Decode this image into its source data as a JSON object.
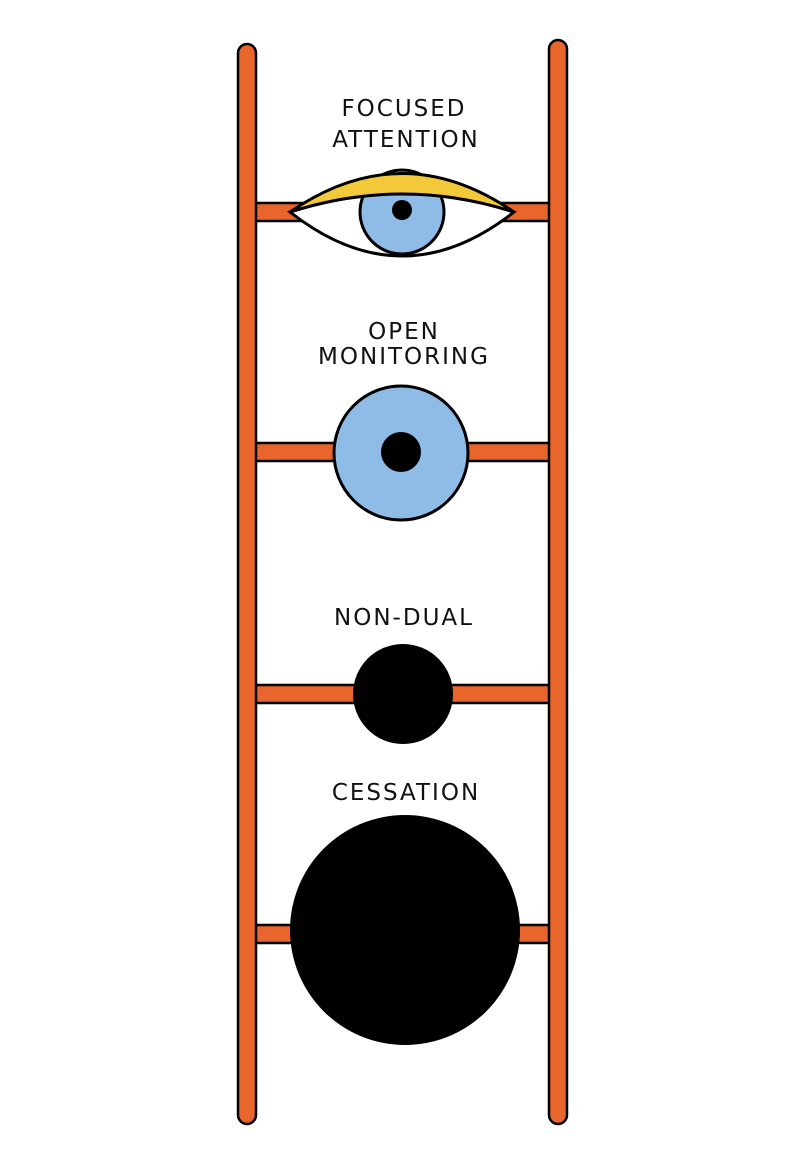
{
  "stages": [
    {
      "label_lines": [
        "FOCUSED",
        "ATTENTION"
      ],
      "icon": "half-closed-eye-icon"
    },
    {
      "label_lines": [
        "OPEN",
        "MONITORING"
      ],
      "icon": "open-eye-icon"
    },
    {
      "label_lines": [
        "NON-DUAL"
      ],
      "icon": "small-black-circle-icon"
    },
    {
      "label_lines": [
        "CESSATION"
      ],
      "icon": "large-black-circle-icon"
    }
  ],
  "colors": {
    "ladder": "#e8652b",
    "outline": "#000000",
    "eyelid": "#f3c93a",
    "iris": "#8ebce6",
    "pupil": "#000000",
    "background": "#ffffff"
  }
}
